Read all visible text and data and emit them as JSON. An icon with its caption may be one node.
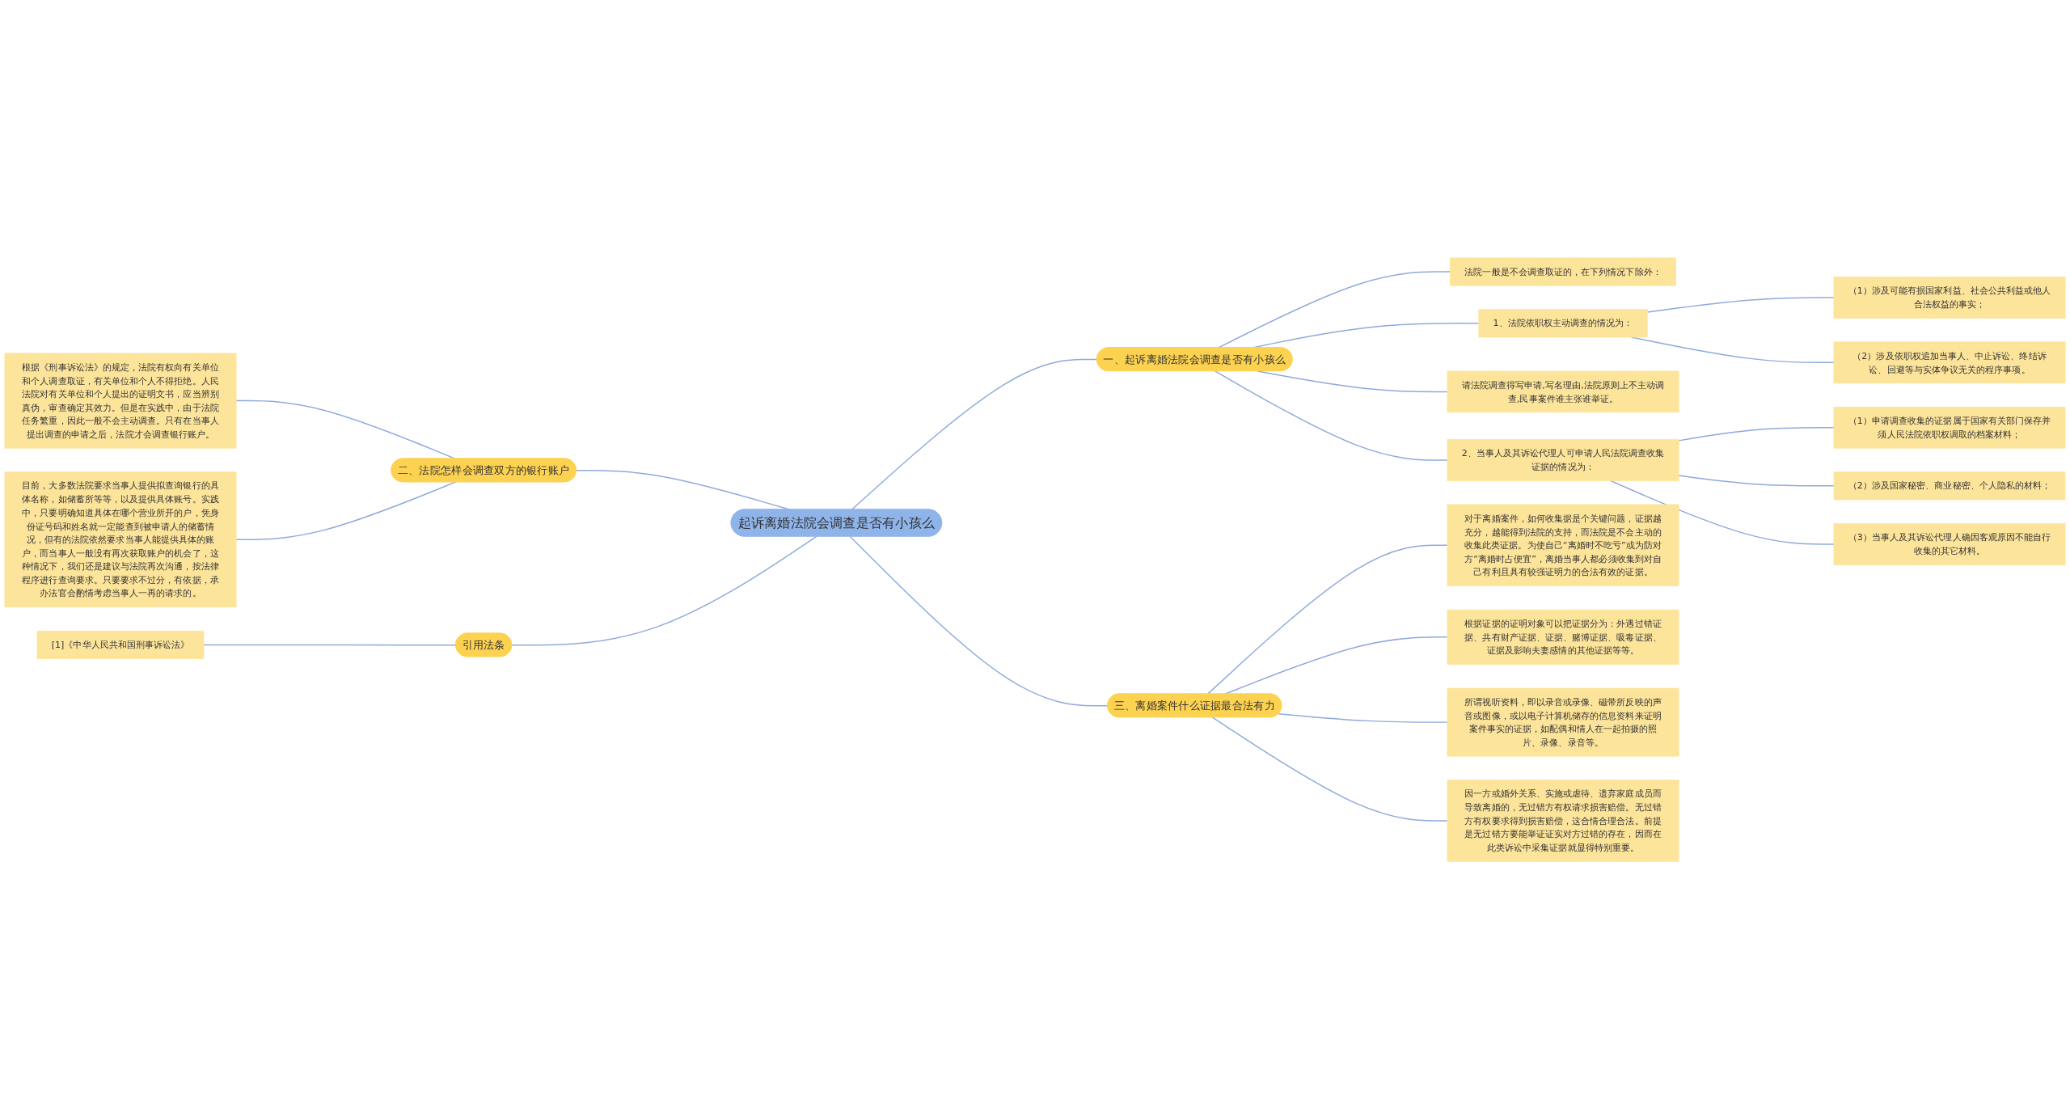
{
  "diagram": {
    "nodes": [
      {
        "text": [
          "起诉离婚法院会调查是否有小孩么"
        ]
      },
      {
        "text": [
          "一、起诉离婚法院会调查是否有小孩么"
        ]
      },
      {
        "text": [
          "法院一般是不会调查取证的，在下列情况下除外："
        ]
      },
      {
        "text": [
          "1、法院依职权主动调查的情况为："
        ]
      },
      {
        "text": [
          "（1）涉及可能有损国家利益、社会公共利益或他人合法权益的事实；"
        ]
      },
      {
        "text": [
          "（2）涉及依职权追加当事人、中止诉讼、终结诉讼、回避等与实体争议无关的程序事项。"
        ]
      },
      {
        "text": [
          "2、当事人及其诉讼代理人可申请人民法院调查收集证据的情况为："
        ]
      },
      {
        "text": [
          "（1）申请调查收集的证据属于国家有关部门保存并须人民法院依职权调取的档案材料；"
        ]
      },
      {
        "text": [
          "（2）涉及国家秘密、商业秘密、个人隐私的材料；"
        ]
      },
      {
        "text": [
          "（3）当事人及其诉讼代理人确因客观原因不能自行收集的其它材料。"
        ]
      },
      {
        "text": [
          "请法院调查得写申请,写名理由,法院原则上不主动调查,民事案件谁主张谁举证。"
        ]
      },
      {
        "text": [
          "二、法院怎样会调查双方的银行账户"
        ]
      },
      {
        "text": [
          "根据《刑事诉讼法》的规定，法院有权向有关单位和个人调查取证，有关单位和个人不得拒绝。人民法院对有关单位和个人提出的证明文书，应当辨别真伪，审查确定其效力。但是在实践中，由于法院任务繁重，因此一般不会主动调查。只有在当事人提出调查的申请之后，法院才会调查银行账户。"
        ]
      },
      {
        "text": [
          "目前，大多数法院要求当事人提供拟查询银行的具体名称，如储蓄所等等，以及提供具体账号。实践中，只要明确知道具体在哪个营业所开的户，凭身份证号码和姓名就一定能查到被申请人的储蓄情况，但有的法院依然要求当事人能提供具体的账户，而当事人一般没有再次获取账户的机会了，这种情况下，我们还是建议与法院再次沟通，按法律程序进行查询要求。只要要求不过分，有依据，承办法官会酌情考虑当事人一再的请求的。"
        ]
      },
      {
        "text": [
          "引用法条"
        ]
      },
      {
        "text": [
          "[1]《中华人民共和国刑事诉讼法》"
        ]
      },
      {
        "text": [
          "三、离婚案件什么证据最合法有力"
        ]
      },
      {
        "text": [
          "对于离婚案件，如何收集据是个关键问题，证据越充分，越能得到法院的支持，而法院是不会主动的收集此类证据。为使自己“离婚时不吃亏”或为防对方“离婚时占便宜”，离婚当事人都必须收集到对自己有利且具有较强证明力的合法有效的证据。"
        ]
      },
      {
        "text": [
          "根据证据的证明对象可以把证据分为：外遇过错证据、共有财产证据、证据、赌博证据、吸毒证据、证据及影响夫妻感情的其他证据等等。"
        ]
      },
      {
        "text": [
          "所谓视听资料，即以录音或录像、磁带所反映的声音或图像，或以电子计算机储存的信息资料来证明案件事实的证据，如配偶和情人在一起拍摄的照片、录像、录音等。"
        ]
      },
      {
        "text": [
          "因一方或婚外关系、实施或虐待、遗弃家庭成员而导致离婚的，无过错方有权请求损害赔偿。无过错方有权要求得到损害赔偿，这合情合理合法。前提是无过错方要能举证证实对方过错的存在，因而在此类诉讼中采集证据就显得特别重要。"
        ]
      }
    ],
    "edges": [
      {
        "from": 0,
        "to": 1,
        "arrow": "none"
      },
      {
        "from": 1,
        "to": 2,
        "arrow": "none"
      },
      {
        "from": 1,
        "to": 3,
        "arrow": "none"
      },
      {
        "from": 3,
        "to": 4,
        "arrow": "none"
      },
      {
        "from": 3,
        "to": 5,
        "arrow": "none"
      },
      {
        "from": 1,
        "to": 6,
        "arrow": "none"
      },
      {
        "from": 6,
        "to": 7,
        "arrow": "none"
      },
      {
        "from": 6,
        "to": 8,
        "arrow": "none"
      },
      {
        "from": 6,
        "to": 9,
        "arrow": "none"
      },
      {
        "from": 1,
        "to": 10,
        "arrow": "none"
      },
      {
        "from": 11,
        "to": 0,
        "arrow": "none"
      },
      {
        "from": 12,
        "to": 11,
        "arrow": "none"
      },
      {
        "from": 13,
        "to": 11,
        "arrow": "none"
      },
      {
        "from": 14,
        "to": 0,
        "arrow": "none"
      },
      {
        "from": 15,
        "to": 14,
        "arrow": "none"
      },
      {
        "from": 0,
        "to": 16,
        "arrow": "none"
      },
      {
        "from": 16,
        "to": 17,
        "arrow": "none"
      },
      {
        "from": 16,
        "to": 18,
        "arrow": "none"
      },
      {
        "from": 16,
        "to": 19,
        "arrow": "none"
      },
      {
        "from": 16,
        "to": 20,
        "arrow": "none"
      }
    ]
  }
}
